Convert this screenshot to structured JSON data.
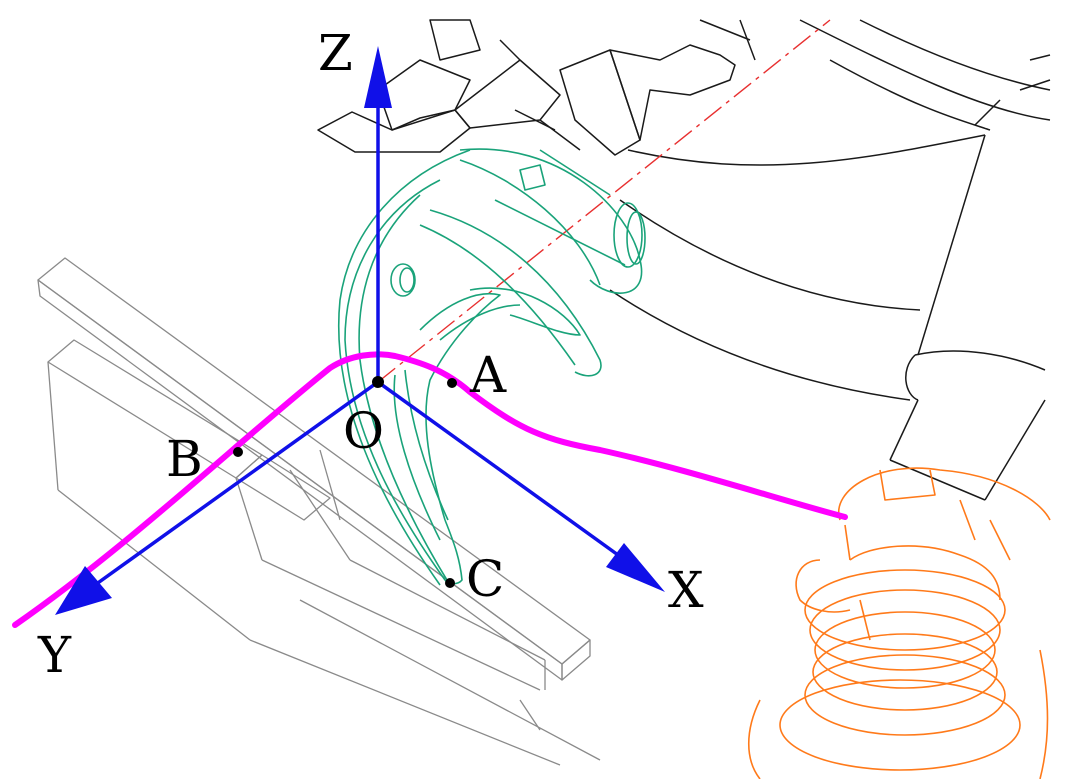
{
  "labels": {
    "axis_z": "Z",
    "axis_x": "X",
    "axis_y": "Y",
    "origin": "O",
    "point_a": "A",
    "point_b": "B",
    "point_c": "C"
  },
  "colors": {
    "axis": "#1010e8",
    "thread": "#ff00ff",
    "hook": "#1aa37a",
    "spool": "#ff7a1a",
    "centerline": "#e83030",
    "frame": "#1a1a1a",
    "fixture": "#8a8a8a"
  }
}
